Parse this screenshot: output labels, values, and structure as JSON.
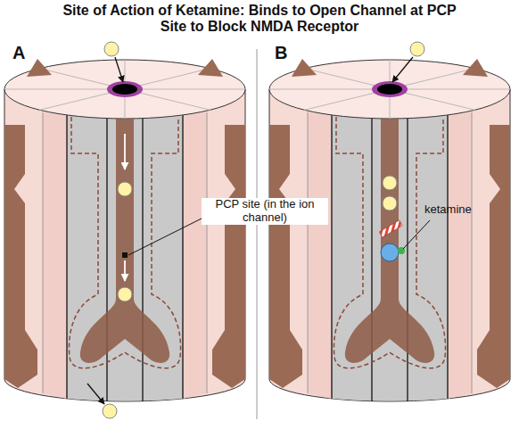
{
  "diagram": {
    "title": "Site of Action of Ketamine: Binds to Open Channel at PCP Site to Block NMDA Receptor",
    "labels": [
      "A",
      "PCP site (in the ion channel)",
      "B",
      "ketamine"
    ]
  }
}
